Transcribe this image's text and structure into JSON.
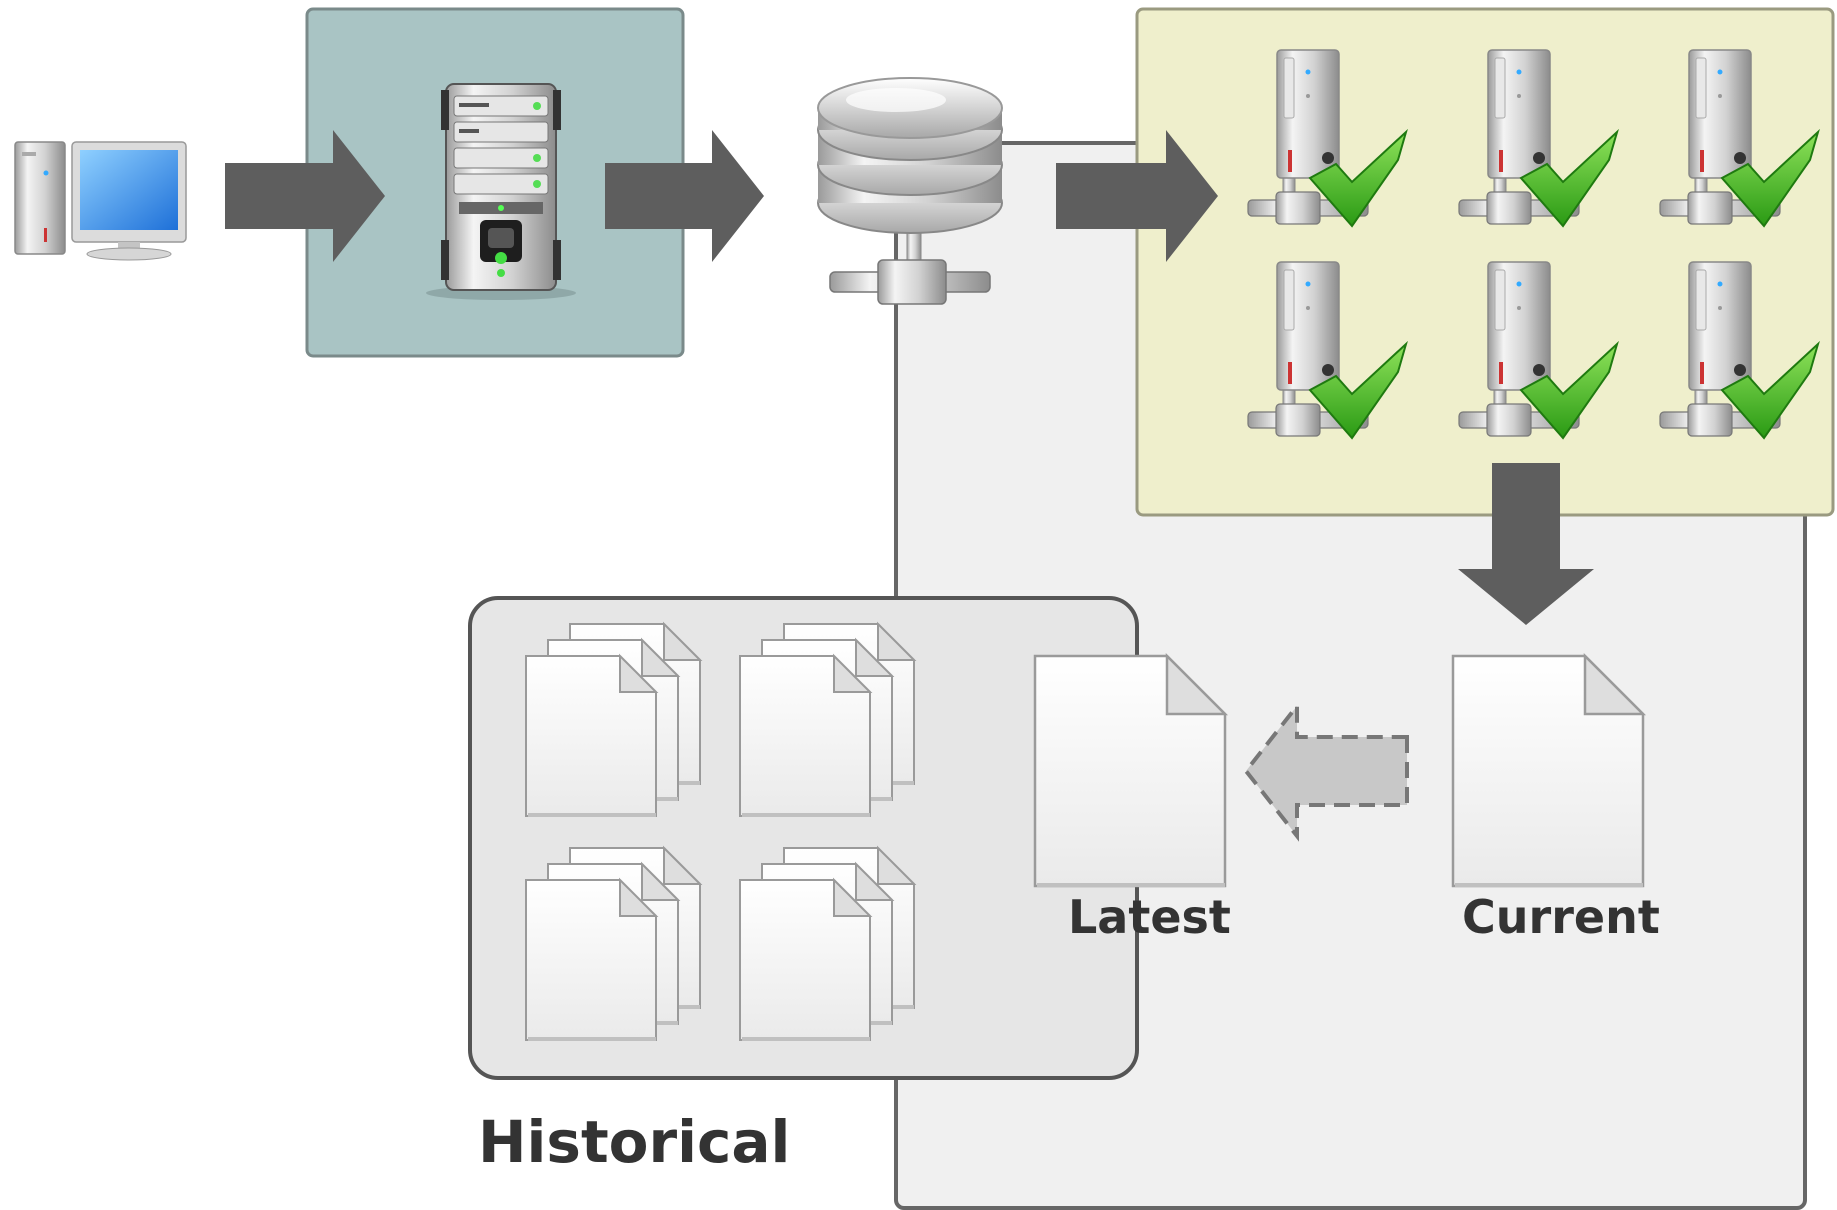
{
  "labels": {
    "historical": "Historical",
    "latest": "Latest",
    "current": "Current"
  },
  "colors": {
    "web_server_panel": "#a9c4c4",
    "cluster_panel": "#efefcc",
    "storage_panel": "#f0f0f0",
    "historical_panel": "#e6e6e6",
    "arrow": "#5e5e5e",
    "dashed_arrow_fill": "#c8c8c8",
    "checkmark": "#44bb22"
  },
  "icons": {
    "client": "desktop-computer-icon",
    "web_server": "server-rack-icon",
    "database": "network-database-icon",
    "cluster_node": "networked-tower-with-checkmark-icon",
    "document": "document-icon",
    "document_stack": "document-stack-icon"
  }
}
